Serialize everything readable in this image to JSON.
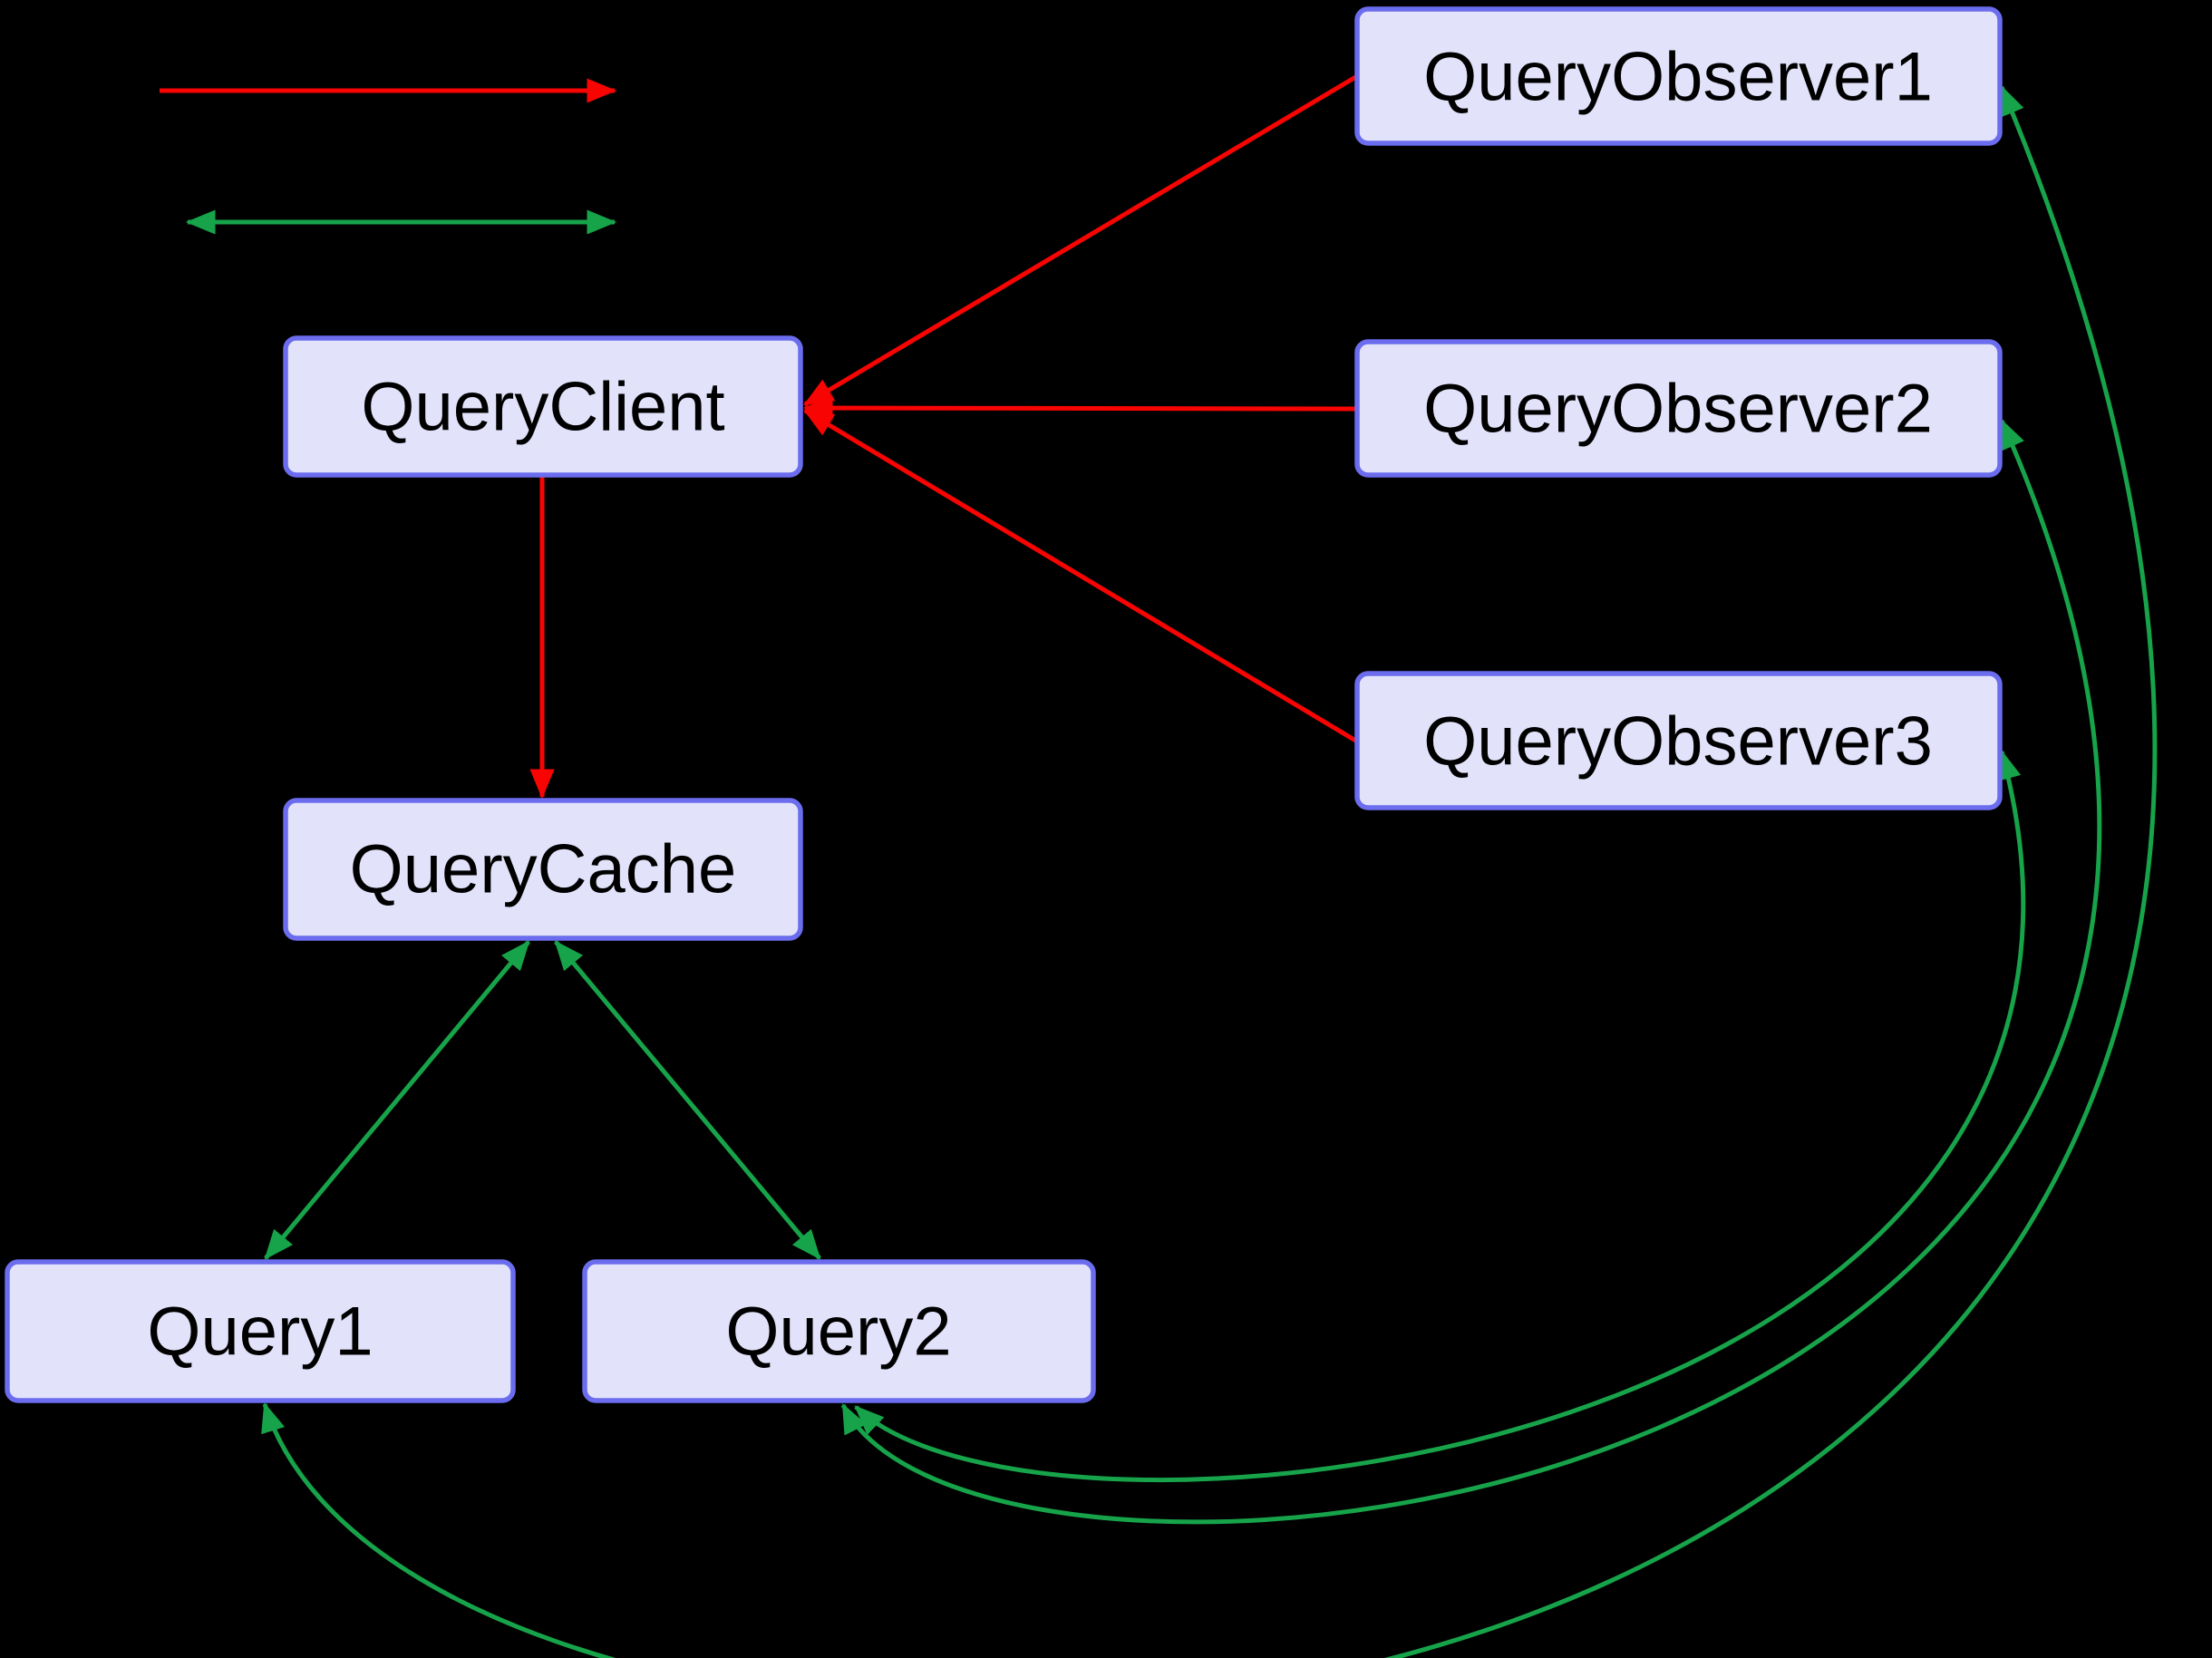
{
  "colors": {
    "background": "#000000",
    "node_fill": "#e2e3fb",
    "node_border": "#6b6cee",
    "red_arrow": "#f80402",
    "green_arrow": "#17a34a",
    "text_color": "#000000"
  },
  "legend": {
    "one_way": {
      "color": "#f80402",
      "direction": "right",
      "heads": 1
    },
    "two_way": {
      "color": "#17a34a",
      "direction": "both",
      "heads": 2
    }
  },
  "nodes": {
    "query_client": {
      "label": "QueryClient"
    },
    "query_cache": {
      "label": "QueryCache"
    },
    "query_1": {
      "label": "Query1"
    },
    "query_2": {
      "label": "Query2"
    },
    "query_observer_1": {
      "label": "QueryObserver1"
    },
    "query_observer_2": {
      "label": "QueryObserver2"
    },
    "query_observer_3": {
      "label": "QueryObserver3"
    }
  },
  "edges": [
    {
      "from": "QueryObserver1",
      "to": "QueryClient",
      "color": "red",
      "style": "one-way"
    },
    {
      "from": "QueryObserver2",
      "to": "QueryClient",
      "color": "red",
      "style": "one-way"
    },
    {
      "from": "QueryObserver3",
      "to": "QueryClient",
      "color": "red",
      "style": "one-way"
    },
    {
      "from": "QueryClient",
      "to": "QueryCache",
      "color": "red",
      "style": "one-way"
    },
    {
      "from": "QueryCache",
      "to": "Query1",
      "color": "green",
      "style": "two-way"
    },
    {
      "from": "QueryCache",
      "to": "Query2",
      "color": "green",
      "style": "two-way"
    },
    {
      "from": "Query1",
      "to": "QueryObserver1",
      "color": "green",
      "style": "two-way"
    },
    {
      "from": "Query2",
      "to": "QueryObserver2",
      "color": "green",
      "style": "two-way"
    },
    {
      "from": "Query2",
      "to": "QueryObserver3",
      "color": "green",
      "style": "two-way"
    }
  ]
}
